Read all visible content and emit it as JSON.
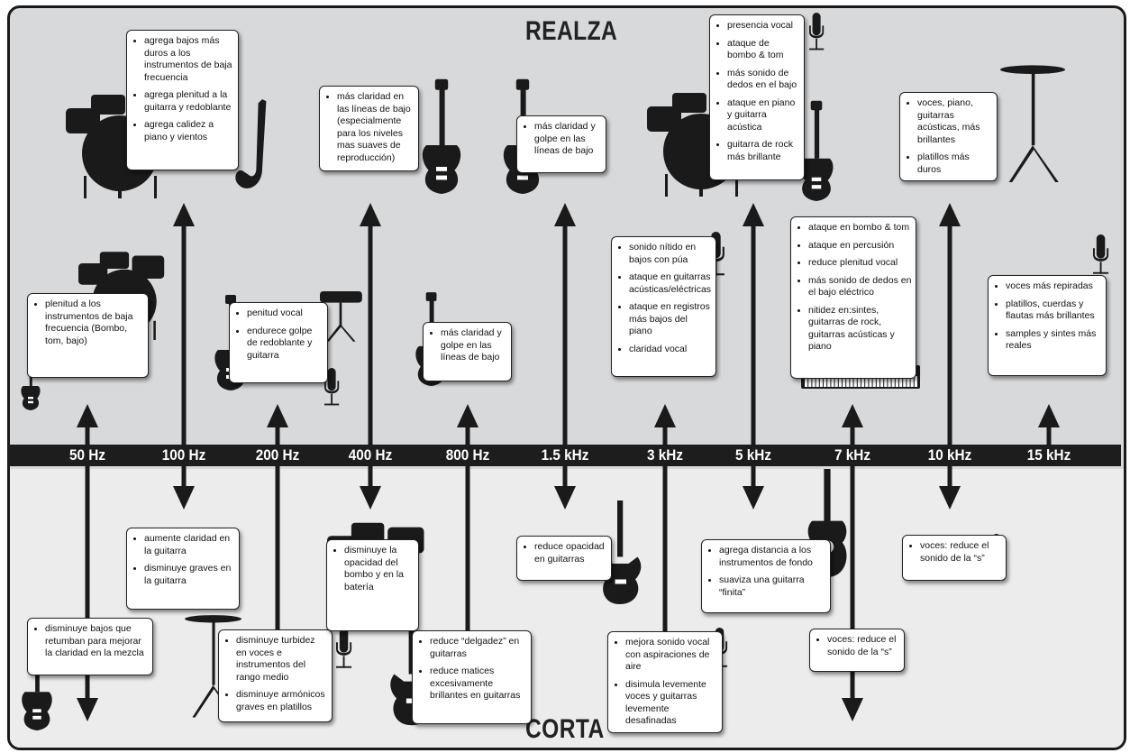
{
  "titles": {
    "enhance": "REALZA",
    "cut": "CORTA"
  },
  "frequencies": [
    "50 Hz",
    "100 Hz",
    "200 Hz",
    "400 Hz",
    "800 Hz",
    "1.5 kHz",
    "3 kHz",
    "5 kHz",
    "7 kHz",
    "10 kHz",
    "15 kHz"
  ],
  "enhance": [
    {
      "freq": "50 Hz",
      "items": [
        "plenitud a los instrumentos de  baja frecuencia (Bombo, tom, bajo)"
      ]
    },
    {
      "freq": "100 Hz",
      "items": [
        "agrega bajos más duros a los instrumentos de baja frecuencia",
        "agrega plenitud a la guitarra y redoblante",
        "agrega calidez a piano y vientos"
      ]
    },
    {
      "freq": "200 Hz",
      "items": [
        "penitud vocal",
        "endurece golpe de redoblante y guitarra"
      ]
    },
    {
      "freq": "400 Hz",
      "items": [
        "más claridad  en las líneas de bajo (especialmente para los niveles mas suaves de reproducción)"
      ]
    },
    {
      "freq": "800 Hz",
      "items": [
        "más claridad y golpe en las líneas de bajo"
      ]
    },
    {
      "freq": "1.5 kHz",
      "items": [
        "más claridad y golpe en las líneas de bajo"
      ]
    },
    {
      "freq": "3 kHz",
      "items": [
        "sonido nítido en bajos con púa",
        "ataque en guitarras acústicas/eléctricas",
        "ataque en registros más bajos del piano",
        "claridad vocal"
      ]
    },
    {
      "freq": "5 kHz",
      "items": [
        "presencia vocal",
        "ataque de bombo & tom",
        "más sonido de dedos en el bajo",
        "ataque en piano y guitarra acústica",
        "guitarra de rock más brillante"
      ]
    },
    {
      "freq": "7 kHz",
      "items": [
        "ataque en bombo & tom",
        "ataque en percusión",
        "reduce plenitud vocal",
        "más sonido de dedos en el bajo eléctrico",
        "nitidez en:sintes, guitarras de rock, guitarras acústicas y piano"
      ]
    },
    {
      "freq": "10 kHz",
      "items": [
        "voces, piano, guitarras acústicas, más brillantes",
        "platillos más duros"
      ]
    },
    {
      "freq": "15 kHz",
      "items": [
        "voces más repiradas",
        "platillos, cuerdas y flautas más brillantes",
        "samples y sintes más reales"
      ]
    }
  ],
  "cut": [
    {
      "freq": "50 Hz",
      "items": [
        "disminuye bajos que retumban para mejorar la claridad en la mezcla"
      ]
    },
    {
      "freq": "100 Hz",
      "items": [
        "aumente claridad en la guitarra",
        "disminuye graves en la guitarra"
      ]
    },
    {
      "freq": "200 Hz",
      "items": [
        "disminuye turbidez en voces e instrumentos del rango medio",
        "disminuye armónicos graves en platillos"
      ]
    },
    {
      "freq": "400 Hz",
      "items": [
        "disminuye la opacidad del bombo y en la batería"
      ]
    },
    {
      "freq": "800 Hz",
      "items": [
        "reduce “delgadez” en guitarras",
        "reduce matices excesivamente brillantes en guitarras"
      ]
    },
    {
      "freq": "1.5 kHz",
      "items": [
        "reduce opacidad en guitarras"
      ]
    },
    {
      "freq": "3 kHz",
      "items": [
        "mejora sonido vocal con aspiraciones de aire",
        "disimula levemente voces y guitarras levemente desafinadas"
      ]
    },
    {
      "freq": "5 kHz",
      "items": [
        "agrega distancia a los instrumentos de fondo",
        "suaviza una guitarra “finita”"
      ]
    },
    {
      "freq": "7 kHz",
      "items": [
        "voces: reduce el sonido de la “s”"
      ]
    },
    {
      "freq": "10 kHz",
      "items": [
        "voces: reduce el sonido de la “s”"
      ]
    }
  ],
  "icons": [
    "drum-kit-icon",
    "snare-stand-icon",
    "saxophone-icon",
    "bass-guitar-icon",
    "microphone-icon",
    "cymbal-stand-icon",
    "electric-guitar-icon",
    "acoustic-guitar-icon",
    "keyboard-icon"
  ]
}
